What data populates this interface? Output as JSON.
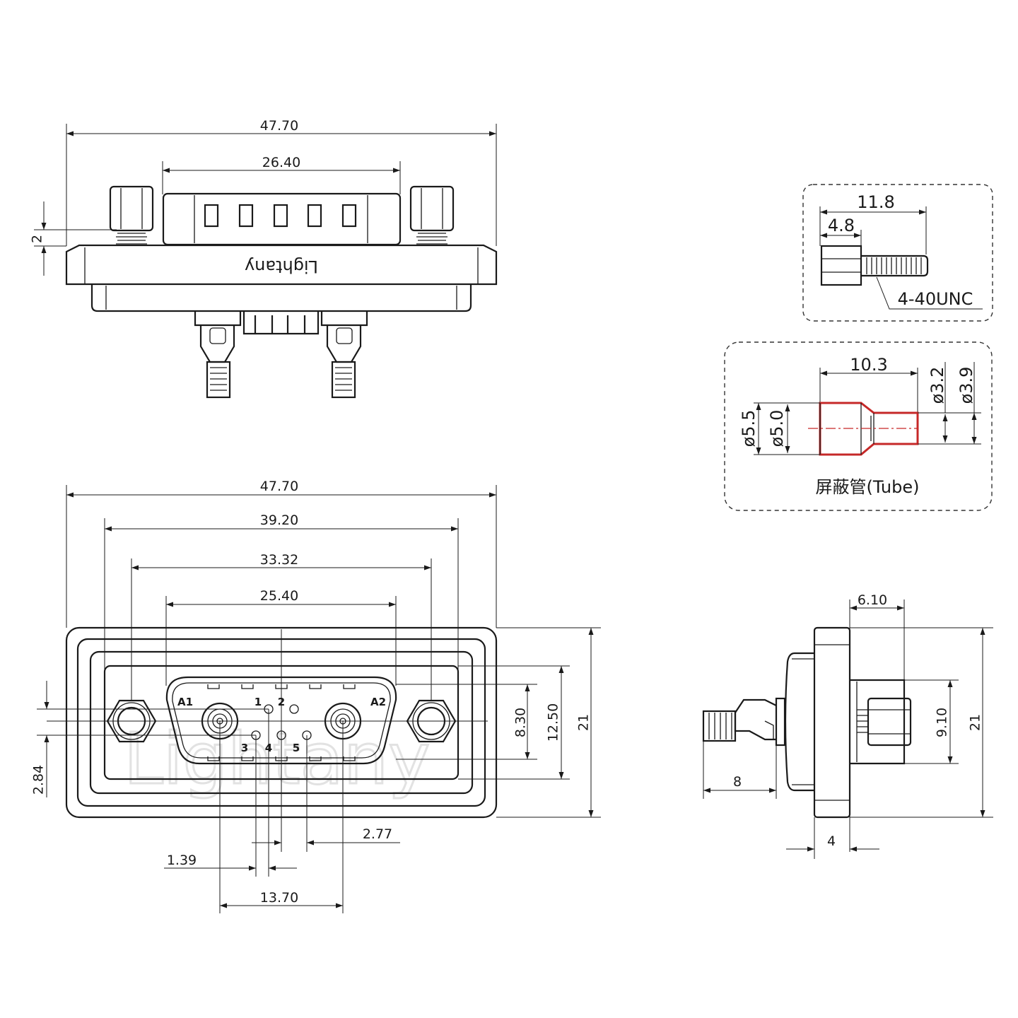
{
  "top_view": {
    "overall_width": "47.70",
    "shell_width": "26.40",
    "flange_offset": "2",
    "brand": "Lightany"
  },
  "front_view": {
    "overall_width": "47.70",
    "mount_hole_spacing": "39.20",
    "outer_spacing": "33.32",
    "shell_spacing": "25.40",
    "pin_labels": [
      "A1",
      "A2",
      "1",
      "2",
      "3",
      "4",
      "5"
    ],
    "pin_pitch": "2.77",
    "pin_offset": "1.39",
    "coax_spacing": "13.70",
    "vertical_offset": "2.84",
    "inner_height": "8.30",
    "shell_height": "12.50",
    "overall_height": "21",
    "watermark": "Lightany"
  },
  "side_view": {
    "screw_depth": "6.10",
    "screw_height": "9.10",
    "overall_height": "21",
    "rear_length": "8",
    "flange_thickness": "4"
  },
  "screw_detail": {
    "total_length": "11.8",
    "head_length": "4.8",
    "thread": "4-40UNC"
  },
  "tube_detail": {
    "length": "10.3",
    "small_inner_dia": "ø3.2",
    "small_outer_dia": "ø3.9",
    "large_outer_dia": "ø5.5",
    "large_inner_dia": "ø5.0",
    "caption": "屏蔽管(Tube)"
  },
  "colors": {
    "line": "#1a1a1a",
    "tube_accent": "#c62828",
    "watermark": "#e2e2e2"
  }
}
